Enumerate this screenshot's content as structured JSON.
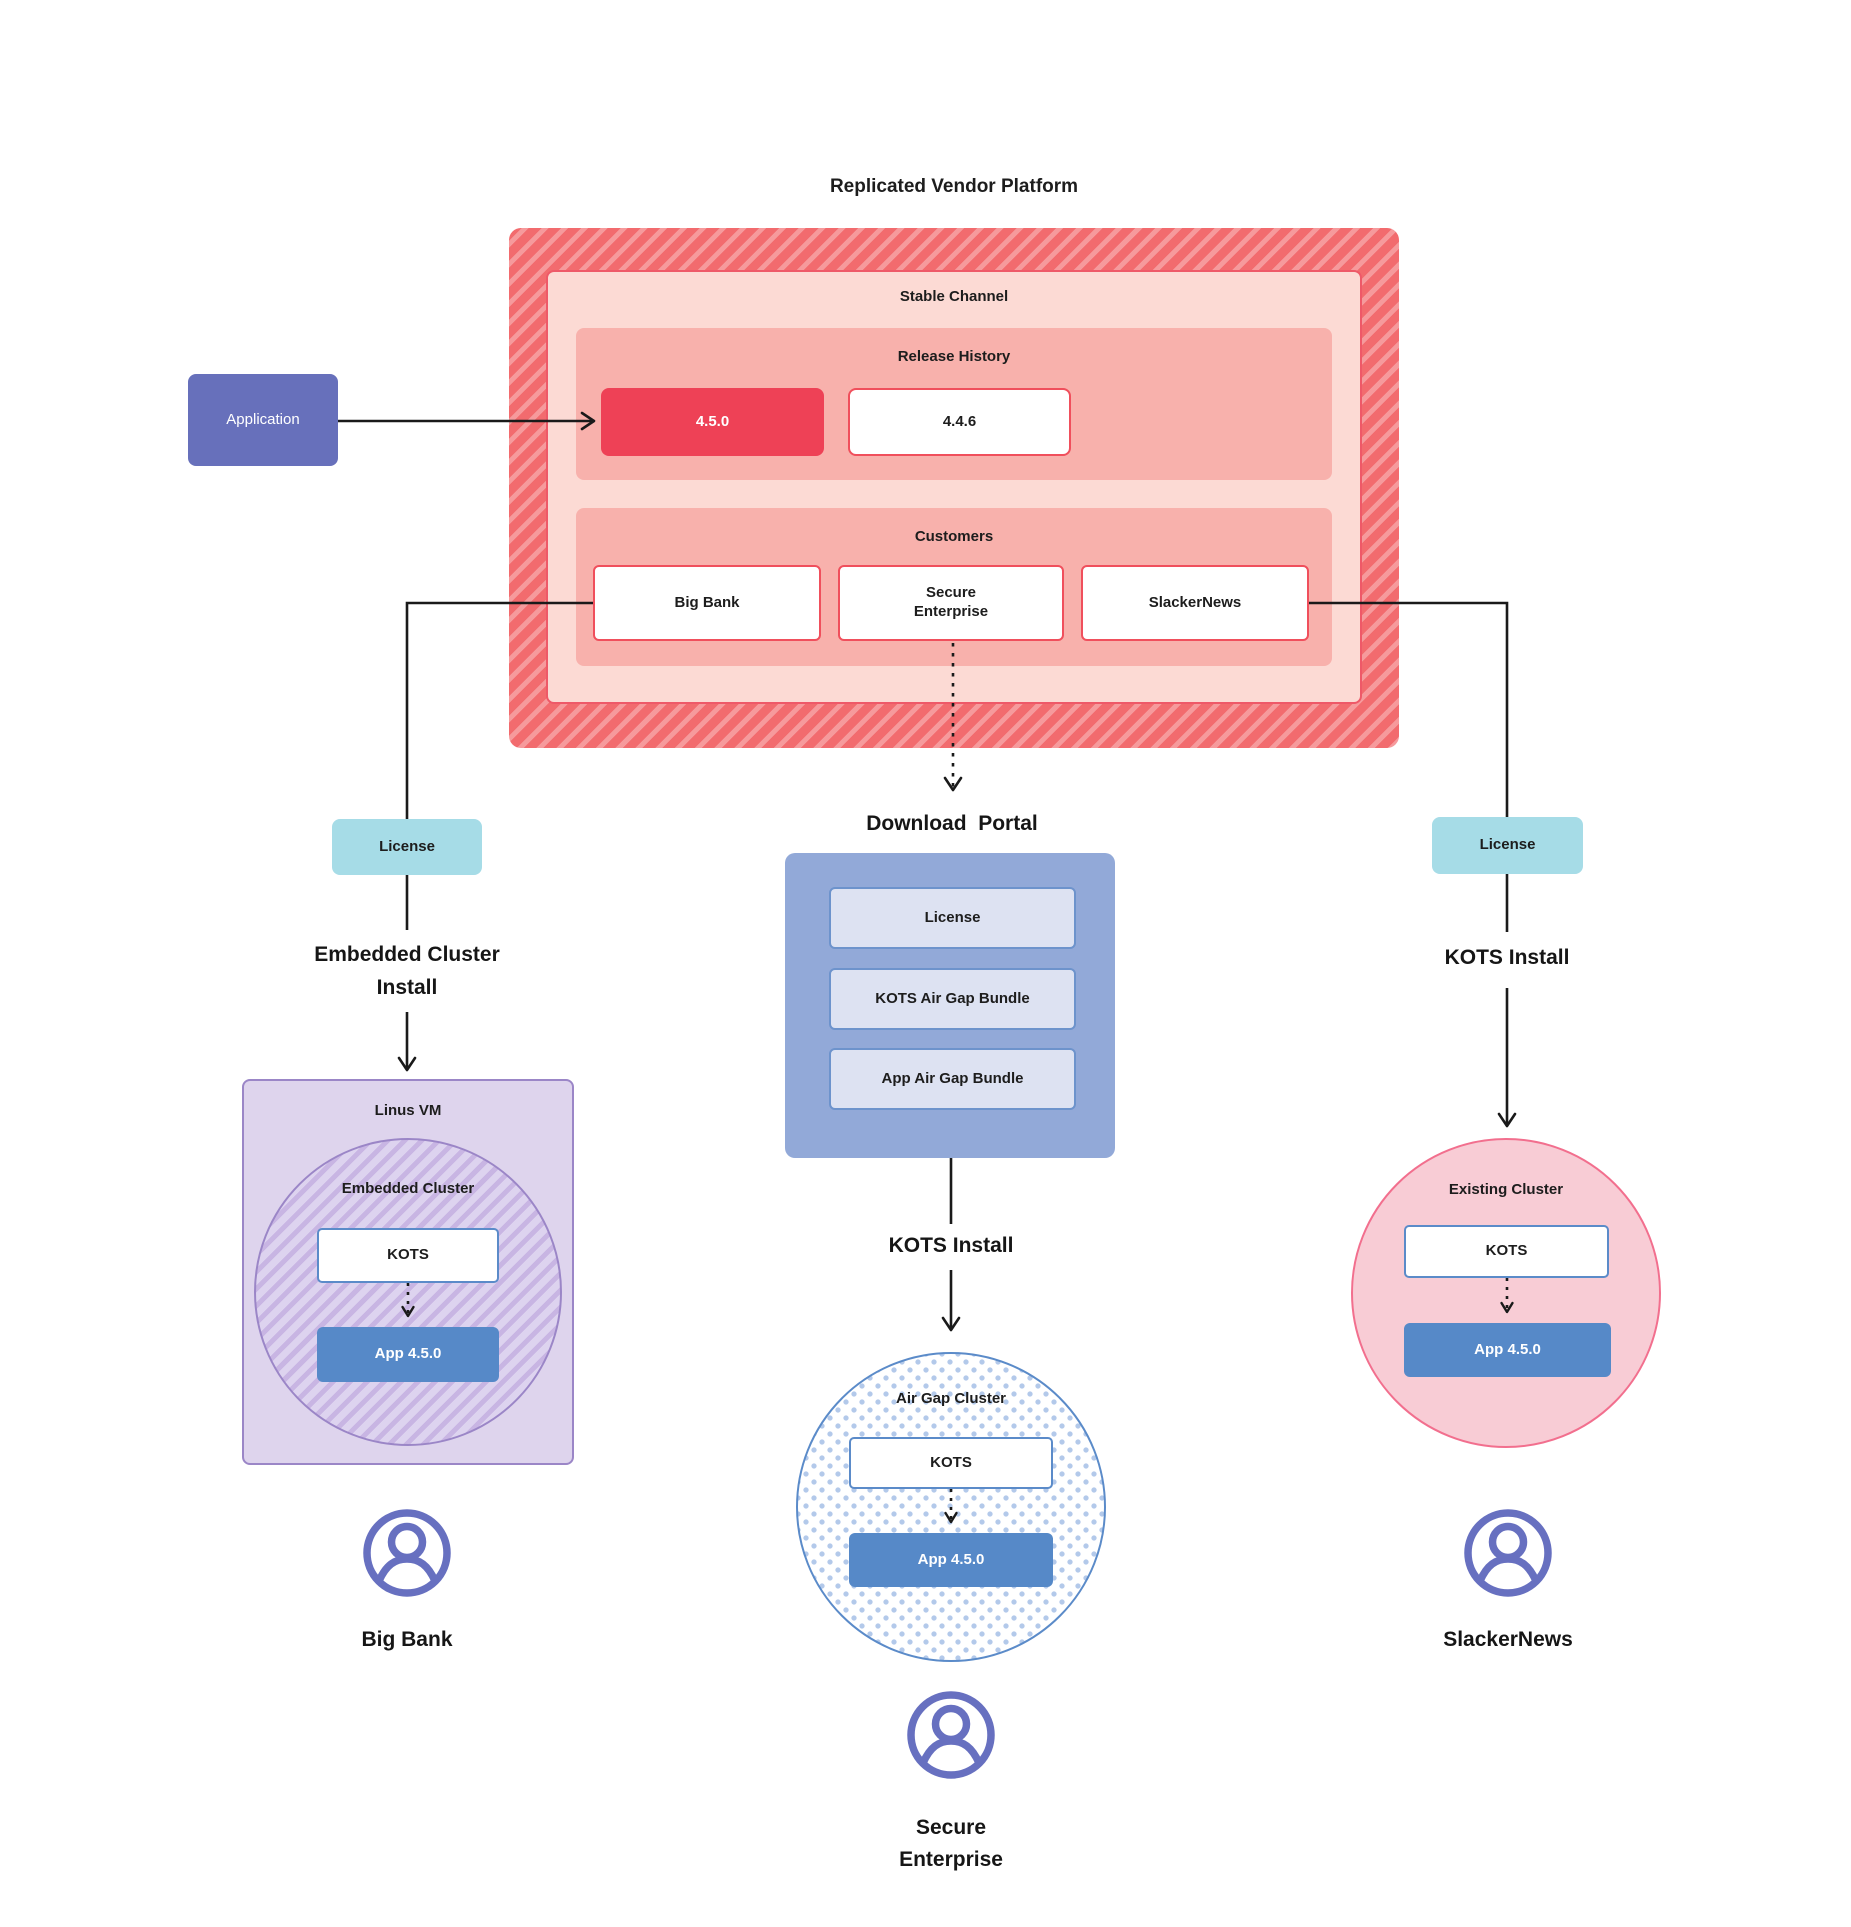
{
  "title": "Replicated Vendor Platform",
  "platform": {
    "stable_channel_title": "Stable Channel",
    "release_history_title": "Release History",
    "release_current": "4.5.0",
    "release_previous": "4.4.6",
    "customers_title": "Customers",
    "customer_big_bank": "Big Bank",
    "customer_secure_enterprise": "Secure\nEnterprise",
    "customer_slackernews": "SlackerNews"
  },
  "application_label": "Application",
  "left_branch": {
    "license_label": "License",
    "install_label": "Embedded Cluster\nInstall",
    "vm_title": "Linus VM",
    "cluster_title": "Embedded Cluster",
    "kots_label": "KOTS",
    "app_label": "App 4.5.0",
    "user_label": "Big Bank"
  },
  "middle_branch": {
    "portal_title": "Download  Portal",
    "portal_license": "License",
    "portal_kots_bundle": "KOTS Air Gap Bundle",
    "portal_app_bundle": "App Air Gap Bundle",
    "install_label": "KOTS Install",
    "cluster_title": "Air Gap Cluster",
    "kots_label": "KOTS",
    "app_label": "App 4.5.0",
    "user_label": "Secure\nEnterprise"
  },
  "right_branch": {
    "license_label": "License",
    "install_label": "KOTS Install",
    "cluster_title": "Existing Cluster",
    "kots_label": "KOTS",
    "app_label": "App 4.5.0",
    "user_label": "SlackerNews"
  },
  "colors": {
    "platform_hatch_dark": "#f26b6e",
    "platform_hatch_light": "#f69a9c",
    "stable_channel_fill": "#fcdad4",
    "stable_channel_border": "#ee5968",
    "section_fill": "#f8b1ac",
    "release_highlight": "#ee4156",
    "release_border": "#f04f5c",
    "application_purple": "#6770bb",
    "license_cyan": "#a6dce7",
    "portal_blue": "#92a9d8",
    "portal_item_fill": "#dde2f2",
    "portal_item_border": "#6d93cc",
    "kots_border": "#5b8bc9",
    "app_blue": "#5689c8",
    "vm_fill": "#ded4ed",
    "vm_border": "#9b86c7",
    "cluster_hatch_light": "#ddd3ef",
    "cluster_hatch_dark": "#c8b5e3",
    "existing_fill": "#f8ccd5",
    "existing_border": "#f26f8e",
    "airgap_dot": "#b3c9ea",
    "user_icon": "#6770c0",
    "connector": "#1a1a1a"
  }
}
